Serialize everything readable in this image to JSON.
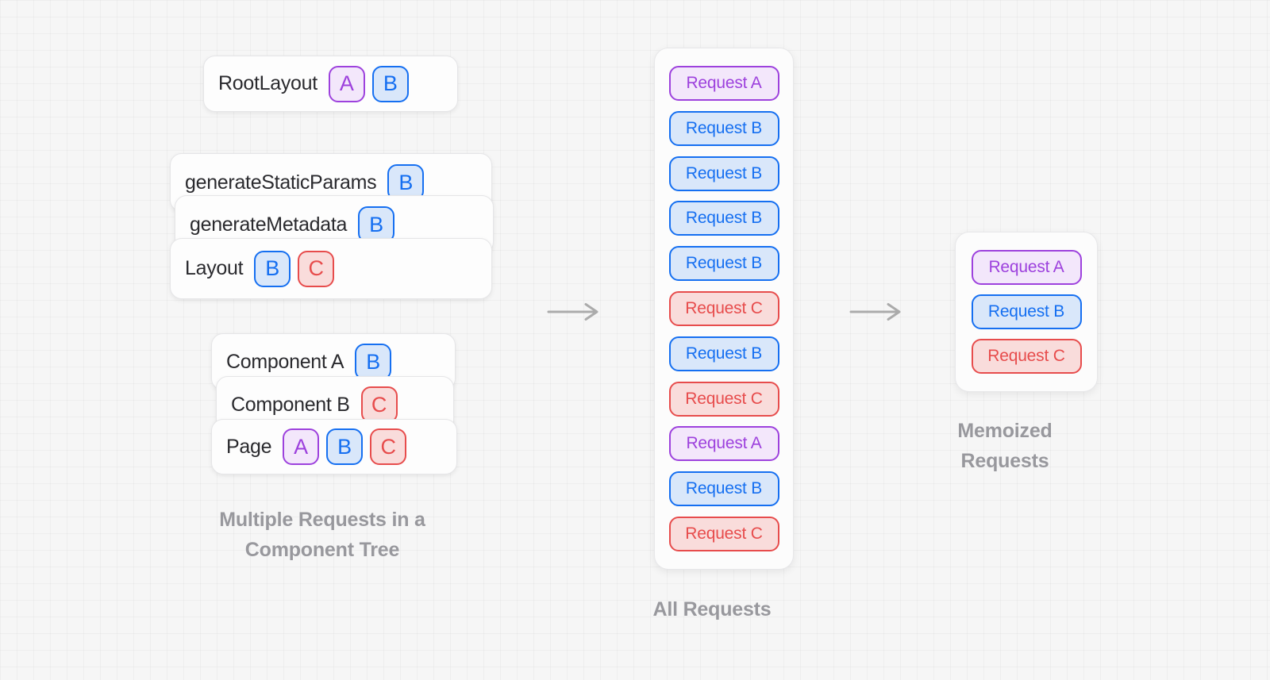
{
  "theme": {
    "bg": "#f6f6f6",
    "grid": "rgba(0,0,0,0.03)",
    "card_bg": "#fdfdfd",
    "card_border": "#e5e5e7",
    "panel_bg": "#fcfcfc",
    "panel_border": "#e7e7e9",
    "text": "#2a2a2e",
    "caption": "#98989d",
    "arrow": "#ababab"
  },
  "colors": {
    "purple": {
      "line": "#9d41dd",
      "fill": "#f3e7fb"
    },
    "blue": {
      "line": "#156ff1",
      "fill": "#d9e7fa"
    },
    "red": {
      "line": "#e74c4c",
      "fill": "#f9dcdb"
    }
  },
  "variant_by_letter": {
    "A": "purple",
    "B": "blue",
    "C": "red"
  },
  "tree": {
    "root_card": {
      "label": "RootLayout",
      "badges": [
        "A",
        "B"
      ]
    },
    "stack1": [
      {
        "label": "generateStaticParams",
        "badges": [
          "B"
        ]
      },
      {
        "label": "generateMetadata",
        "badges": [
          "B"
        ]
      },
      {
        "label": "Layout",
        "badges": [
          "B",
          "C"
        ]
      }
    ],
    "stack2": [
      {
        "label": "Component A",
        "badges": [
          "B"
        ]
      },
      {
        "label": "Component B",
        "badges": [
          "C"
        ]
      },
      {
        "label": "Page",
        "badges": [
          "A",
          "B",
          "C"
        ]
      }
    ],
    "caption_line1": "Multiple Requests in a",
    "caption_line2": "Component Tree"
  },
  "all_requests": {
    "items": [
      "Request A",
      "Request B",
      "Request B",
      "Request B",
      "Request B",
      "Request C",
      "Request B",
      "Request C",
      "Request A",
      "Request B",
      "Request C"
    ],
    "caption": "All Requests"
  },
  "memoized": {
    "items": [
      "Request A",
      "Request B",
      "Request C"
    ],
    "caption_line1": "Memoized",
    "caption_line2": "Requests"
  }
}
